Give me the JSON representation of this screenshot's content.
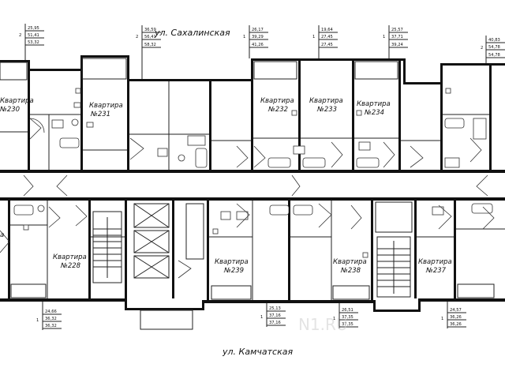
{
  "streets": {
    "top": "ул. Сахалинская",
    "bottom": "ул. Камчатская"
  },
  "watermark": "N1.RU",
  "apartments": [
    {
      "id": "a230",
      "line1": "Квартира",
      "line2": "№230"
    },
    {
      "id": "a231",
      "line1": "Квартира",
      "line2": "№231"
    },
    {
      "id": "a232",
      "line1": "Квартира",
      "line2": "№232"
    },
    {
      "id": "a233",
      "line1": "Квартира",
      "line2": "№233"
    },
    {
      "id": "a234",
      "line1": "Квартира",
      "line2": "№234"
    },
    {
      "id": "a228",
      "line1": "Квартира",
      "line2": "№228"
    },
    {
      "id": "a239",
      "line1": "Квартира",
      "line2": "№239"
    },
    {
      "id": "a238",
      "line1": "Квартира",
      "line2": "№238"
    },
    {
      "id": "a237",
      "line1": "Квартира",
      "line2": "№237"
    },
    {
      "id": "a_left",
      "line1": "",
      "line2": "а"
    }
  ],
  "tags": [
    {
      "rooms": "2",
      "a": "25,95",
      "b": "51,41",
      "c": "53,32"
    },
    {
      "rooms": "2",
      "a": "36,59",
      "b": "56,41",
      "c": "58,32"
    },
    {
      "rooms": "1",
      "a": "26,17",
      "b": "39,29",
      "c": "41,26"
    },
    {
      "rooms": "1",
      "a": "19,64",
      "b": "27,45",
      "c": "27,45"
    },
    {
      "rooms": "1",
      "a": "25,57",
      "b": "37,71",
      "c": "39,24"
    },
    {
      "rooms": "2",
      "a": "40,83",
      "b": "54,78",
      "c": "54,78"
    },
    {
      "rooms": "1",
      "a": "24,66",
      "b": "36,32",
      "c": "36,32"
    },
    {
      "rooms": "1",
      "a": "25,13",
      "b": "37,16",
      "c": "37,16"
    },
    {
      "rooms": "1",
      "a": "26,51",
      "b": "37,35",
      "c": "37,35"
    },
    {
      "rooms": "1",
      "a": "24,57",
      "b": "36,26",
      "c": "36,26"
    }
  ]
}
